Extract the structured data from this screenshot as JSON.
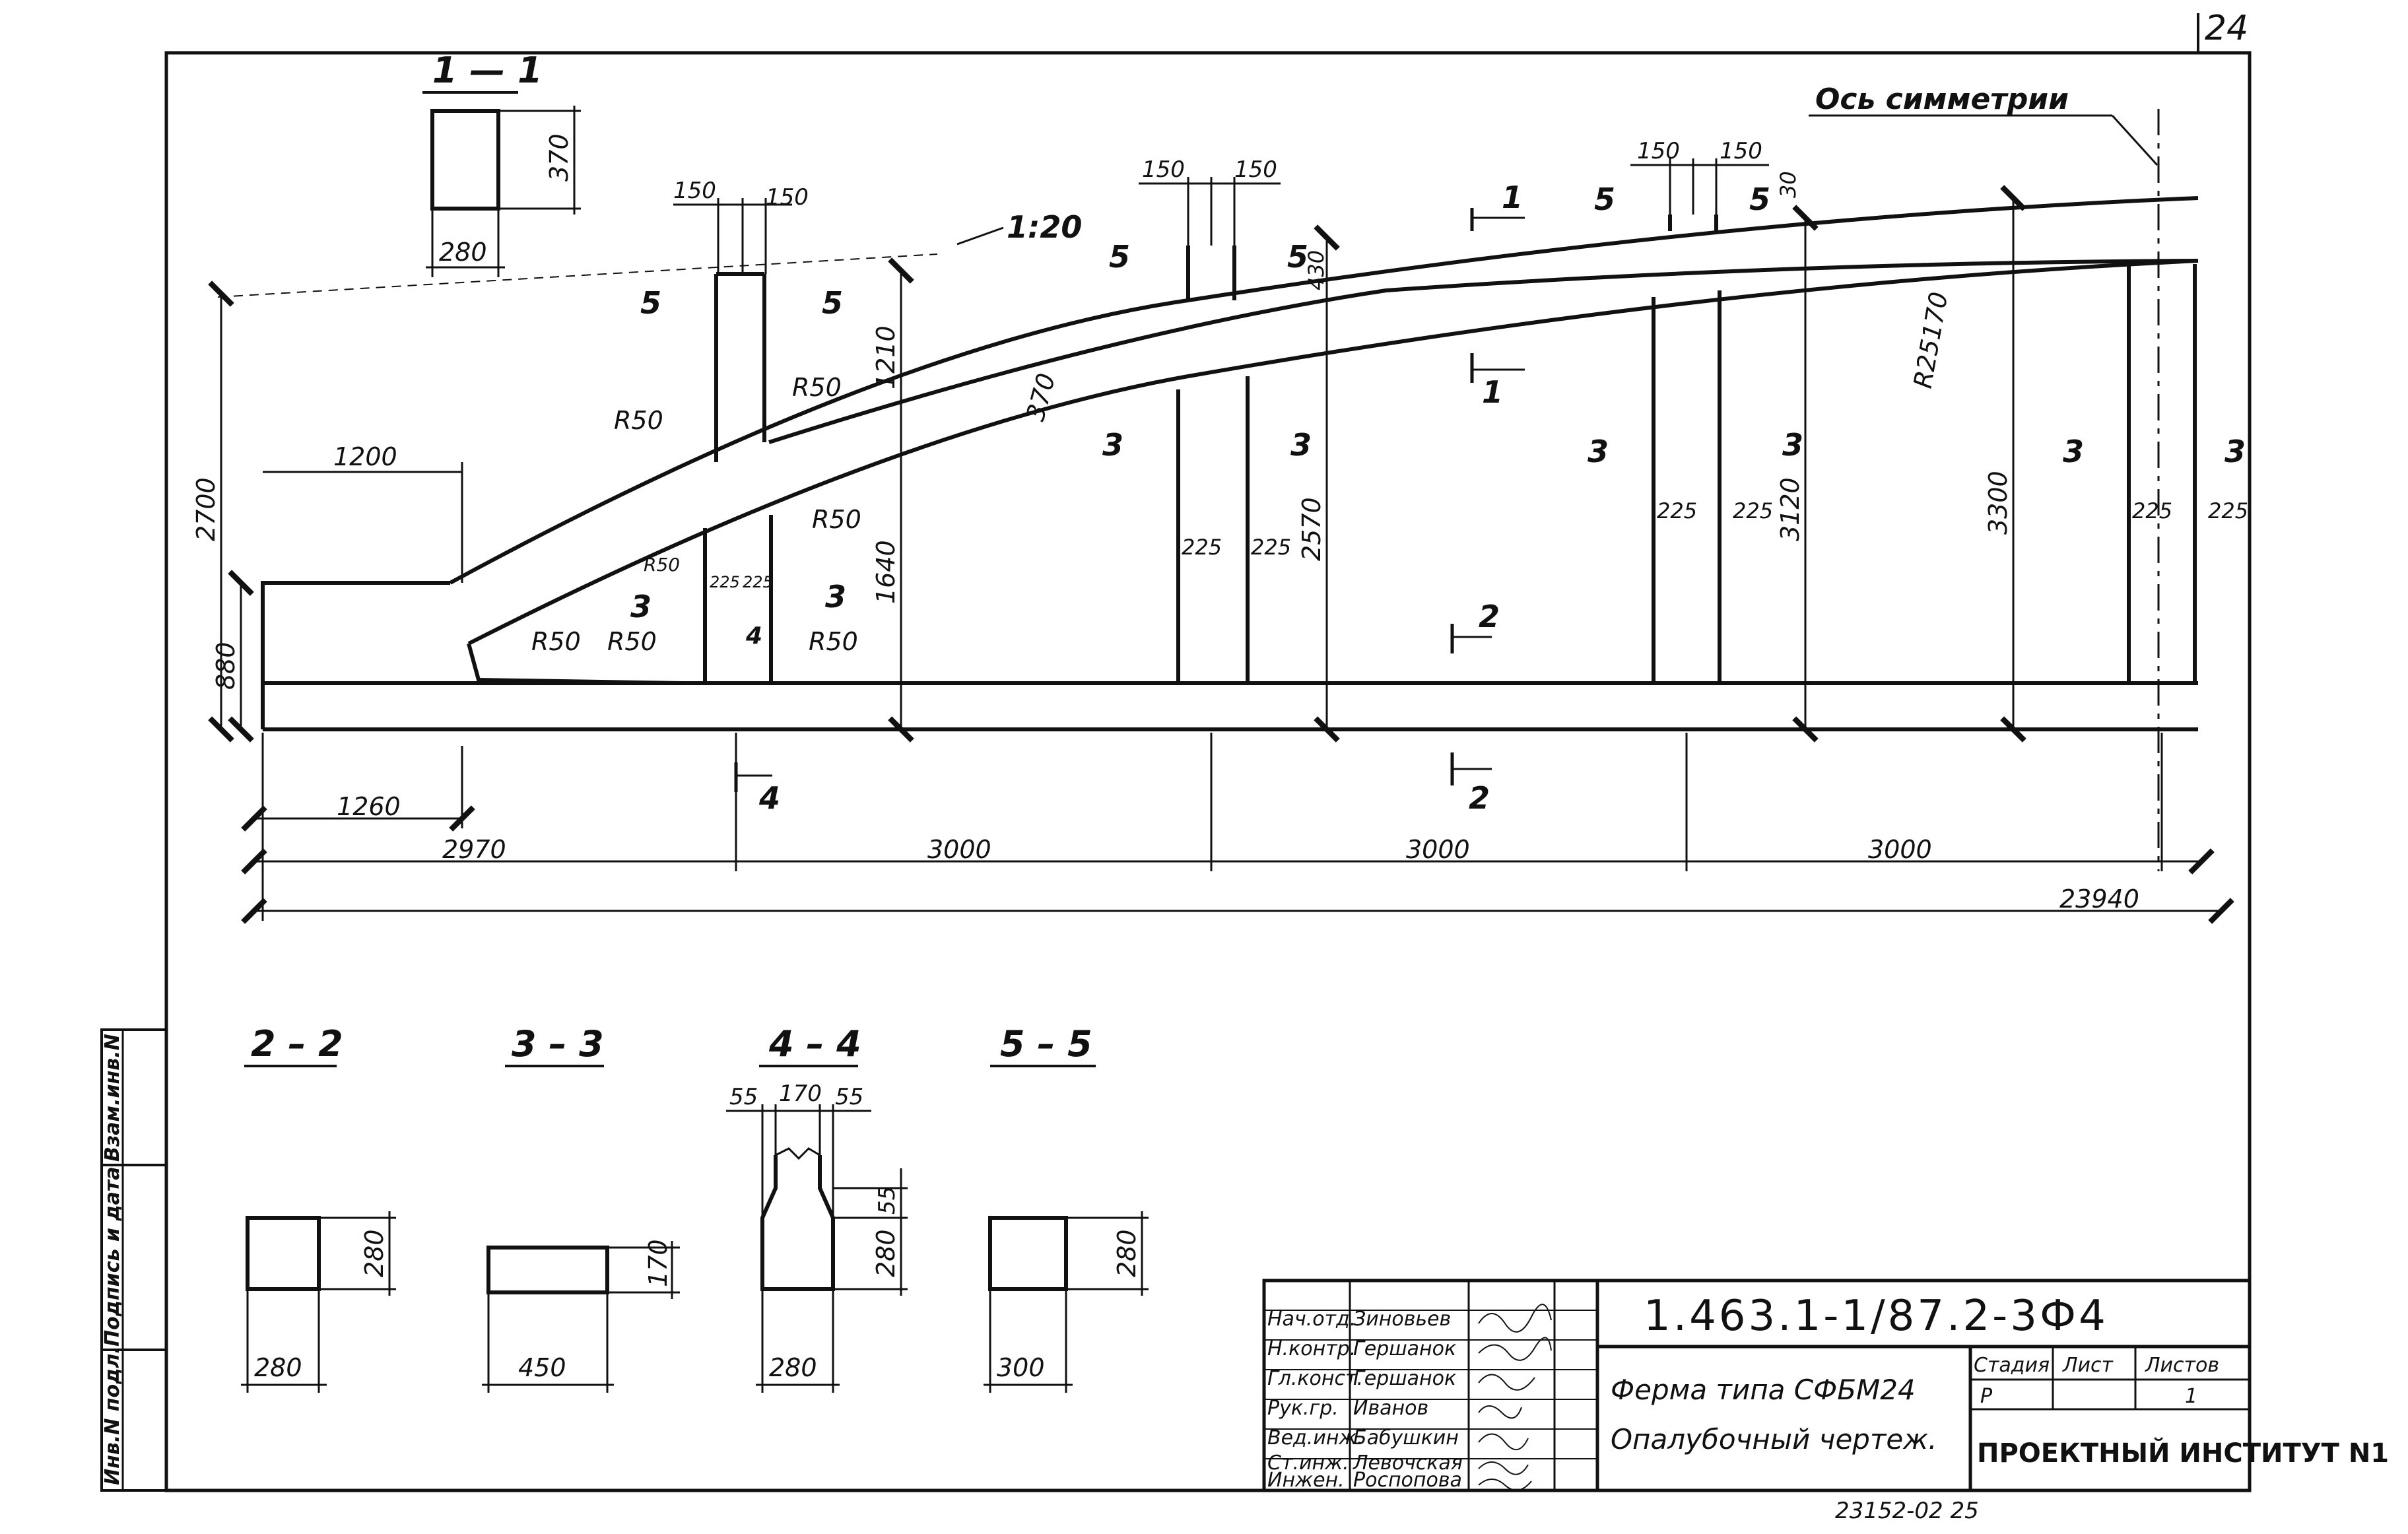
{
  "sheet_number": "24",
  "stamp_bottom": "23152-02   25",
  "axis_label": "Ось симметрии",
  "slope": "1:20",
  "radius_chord": "R25170",
  "section_titles": [
    "1 — 1",
    "2 – 2",
    "3 – 3",
    "4 – 4",
    "5 – 5"
  ],
  "section_marks": [
    "1",
    "2",
    "3",
    "4",
    "5"
  ],
  "fillet": "R50",
  "fillet_small": "R50",
  "dims": {
    "s1_h": "370",
    "s1_w": "280",
    "d150a": "150",
    "d150b": "150",
    "d150c": "150",
    "d150d": "150",
    "d150e": "150",
    "d150f": "150",
    "d430": "430",
    "d30": "30",
    "d370": "370",
    "d1210": "1210",
    "d1640": "1640",
    "d2570": "2570",
    "d3120": "3120",
    "d3300": "3300",
    "d2700": "2700",
    "d880": "880",
    "d1200": "1200",
    "d1260": "1260",
    "d225": "225",
    "d225s": "225",
    "d2970": "2970",
    "d3000a": "3000",
    "d3000b": "3000",
    "d3000c": "3000",
    "d23940": "23940",
    "s2_h": "280",
    "s2_w": "280",
    "s3_h": "170",
    "s3_w": "450",
    "s4_top_l": "55",
    "s4_top_m": "170",
    "s4_top_r": "55",
    "s4_h1": "55",
    "s4_h2": "280",
    "s4_w": "280",
    "s5_h": "280",
    "s5_w": "300"
  },
  "side_stamp": [
    "Инв.N подл.",
    "Подпись и дата",
    "Взам.инв.N"
  ],
  "title_block": {
    "designation": "1.463.1-1/87.2-3Ф4",
    "name_line1": "Ферма типа СФБМ24",
    "name_line2": "Опалубочный чертеж.",
    "stage_label": "Стадия",
    "stage_value": "Р",
    "sheet_label": "Лист",
    "sheet_value": "",
    "sheets_label": "Листов",
    "sheets_value": "1",
    "institute": "ПРОЕКТНЫЙ ИНСТИТУТ N1",
    "roles": [
      "Нач.отд.",
      "Н.контр.",
      "Гл.конст.",
      "Рук.гр.",
      "Вед.инж.",
      "Ст.инж.",
      "Инжен."
    ],
    "names": [
      "Зиновьев",
      "Гершанок",
      "Гершанок",
      "Иванов",
      "Бабушкин",
      "Левочская",
      "Роспопова"
    ]
  }
}
